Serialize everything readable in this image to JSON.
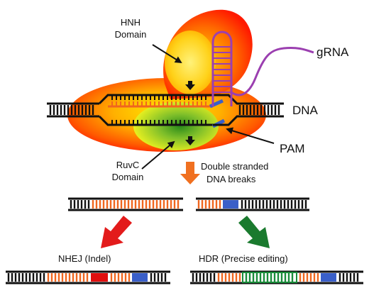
{
  "labels": {
    "hnh_line1": "HNH",
    "hnh_line2": "Domain",
    "grna": "gRNA",
    "dna": "DNA",
    "pam": "PAM",
    "ruvc_line1": "RuvC",
    "ruvc_line2": "Domain",
    "dsb_line1": "Double stranded",
    "dsb_line2": "DNA breaks",
    "nhej": "NHEJ (Indel)",
    "hdr": "HDR (Precise editing)"
  },
  "colors": {
    "cas9_outer": "#ff1a00",
    "cas9_core": "#ffe600",
    "hnh": "#ffd21a",
    "ruvc_center": "#2a8a1a",
    "ruvc_edge": "#e8f020",
    "dna_black": "#111111",
    "target_orange": "#f0661e",
    "pam_blue": "#3a5fc8",
    "grna_purple": "#9b3fb0",
    "indel_red": "#e01010",
    "hdr_green": "#1a8c3a",
    "arrow_orange": "#f07020",
    "arrow_red": "#e31b1b",
    "arrow_green": "#1a7a2e"
  },
  "icons": {
    "cut_arrow": "down-arrow-icon",
    "process_arrow": "block-arrow-icon"
  }
}
